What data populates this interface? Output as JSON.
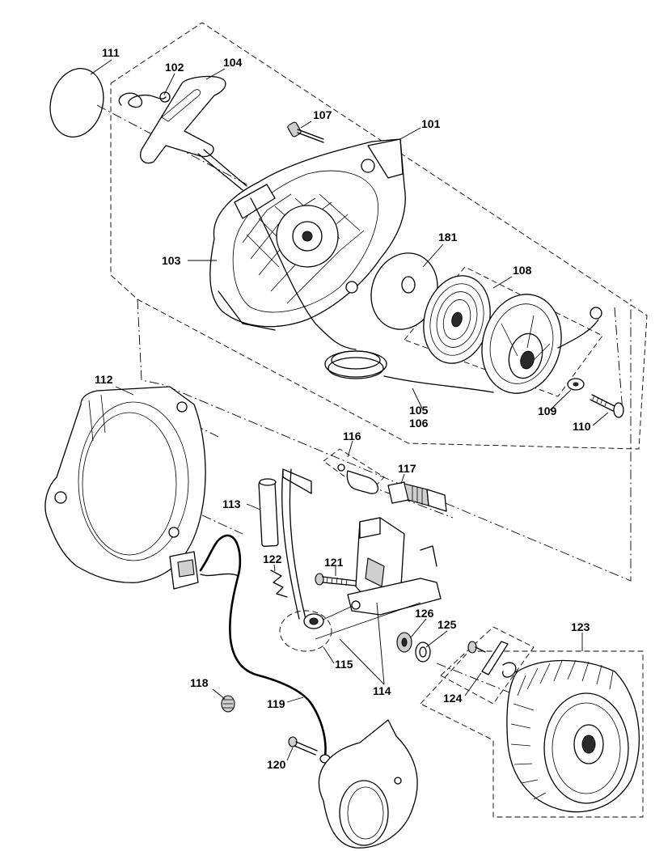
{
  "callouts": {
    "c101": "101",
    "c102": "102",
    "c103": "103",
    "c104": "104",
    "c105": "105",
    "c106": "106",
    "c107": "107",
    "c108": "108",
    "c109": "109",
    "c110": "110",
    "c111": "111",
    "c112": "112",
    "c113": "113",
    "c114": "114",
    "c115": "115",
    "c116": "116",
    "c117": "117",
    "c118": "118",
    "c119": "119",
    "c120": "120",
    "c121": "121",
    "c122": "122",
    "c123": "123",
    "c124": "124",
    "c125": "125",
    "c126": "126",
    "c181": "181"
  }
}
